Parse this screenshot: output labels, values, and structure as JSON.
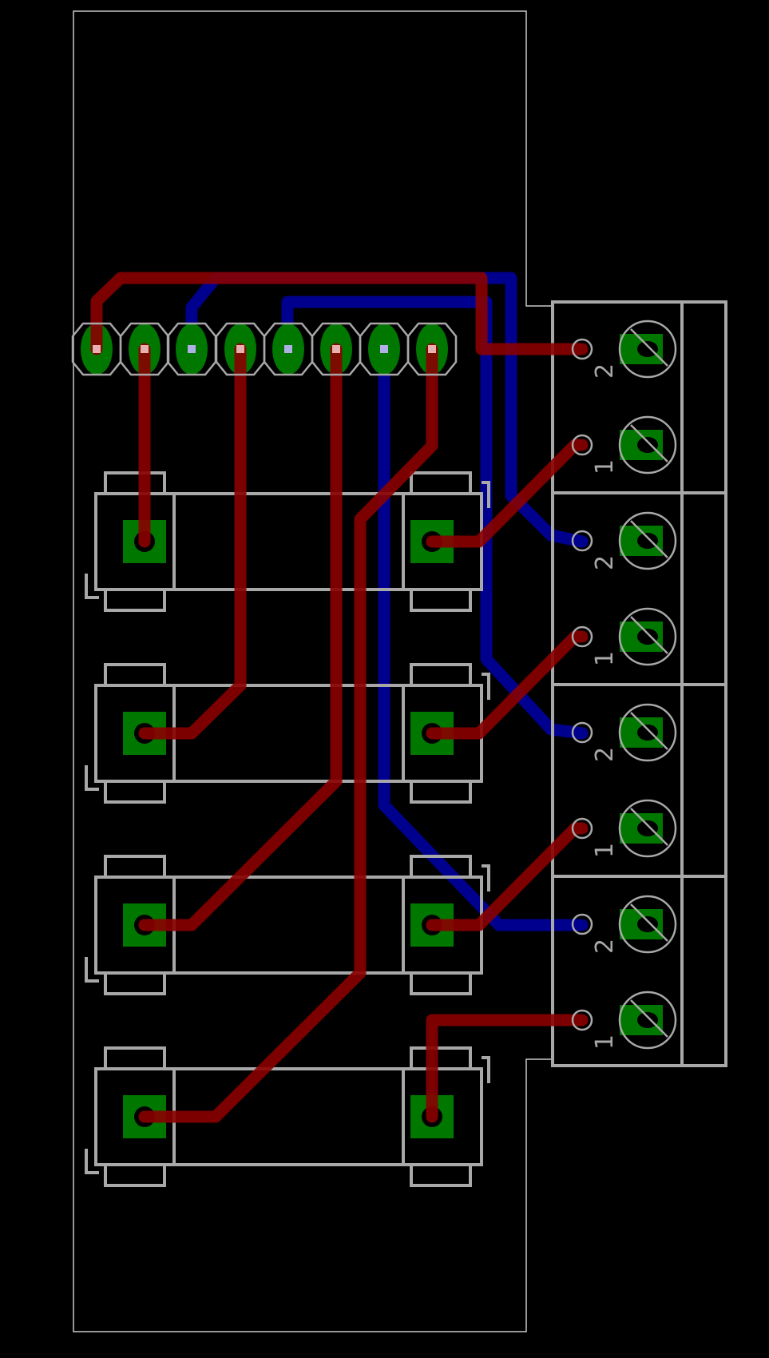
{
  "colors": {
    "background": "#000000",
    "outline": "#c8c8c8",
    "silk": "#a8a8a8",
    "top_trace": "#8a0000",
    "bottom_trace": "#000096",
    "pad": "#007800",
    "hole": "#000000"
  },
  "header": {
    "pins": [
      {
        "pin": 1,
        "via": "light-red"
      },
      {
        "pin": 2,
        "via": "light-red"
      },
      {
        "pin": 3,
        "via": "light-blue"
      },
      {
        "pin": 4,
        "via": "light-red"
      },
      {
        "pin": 5,
        "via": "light-blue"
      },
      {
        "pin": 6,
        "via": "light-red"
      },
      {
        "pin": 7,
        "via": "light-blue"
      },
      {
        "pin": 8,
        "via": "light-red"
      }
    ]
  },
  "terminal_blocks": [
    {
      "block": 1,
      "labels": [
        "2",
        "1"
      ]
    },
    {
      "block": 2,
      "labels": [
        "2",
        "1"
      ]
    },
    {
      "block": 3,
      "labels": [
        "2",
        "1"
      ]
    },
    {
      "block": 4,
      "labels": [
        "2",
        "1"
      ]
    }
  ],
  "components": [
    {
      "id": "part-1"
    },
    {
      "id": "part-2"
    },
    {
      "id": "part-3"
    },
    {
      "id": "part-4"
    }
  ]
}
